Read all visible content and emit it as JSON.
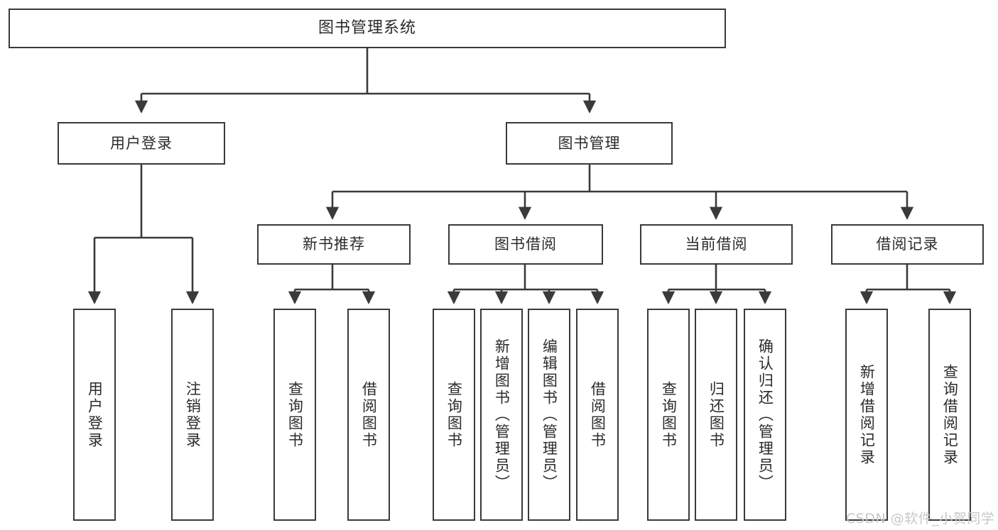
{
  "diagram": {
    "type": "tree",
    "title": "图书管理系统",
    "root": {
      "label": "图书管理系统"
    },
    "level2": [
      {
        "label": "用户登录"
      },
      {
        "label": "图书管理"
      }
    ],
    "level3": [
      {
        "label": "新书推荐"
      },
      {
        "label": "图书借阅"
      },
      {
        "label": "当前借阅"
      },
      {
        "label": "借阅记录"
      }
    ],
    "leaves_user_login": [
      {
        "label": "用户登录"
      },
      {
        "label": "注销登录"
      }
    ],
    "leaves_new_book": [
      {
        "label": "查询图书"
      },
      {
        "label": "借阅图书"
      }
    ],
    "leaves_borrow": [
      {
        "label": "查询图书"
      },
      {
        "label": "新增图书（管理员）"
      },
      {
        "label": "编辑图书（管理员）"
      },
      {
        "label": "借阅图书"
      }
    ],
    "leaves_current": [
      {
        "label": "查询图书"
      },
      {
        "label": "归还图书"
      },
      {
        "label": "确认归还（管理员）"
      }
    ],
    "leaves_records": [
      {
        "label": "新增借阅记录"
      },
      {
        "label": "查询借阅记录"
      }
    ],
    "colors": {
      "stroke": "#3a3a3a",
      "background": "#ffffff",
      "text": "#2b2b2b",
      "watermark": "#c8c8c8"
    }
  },
  "watermark": {
    "text": "CSDN @软件_小贺同学"
  }
}
